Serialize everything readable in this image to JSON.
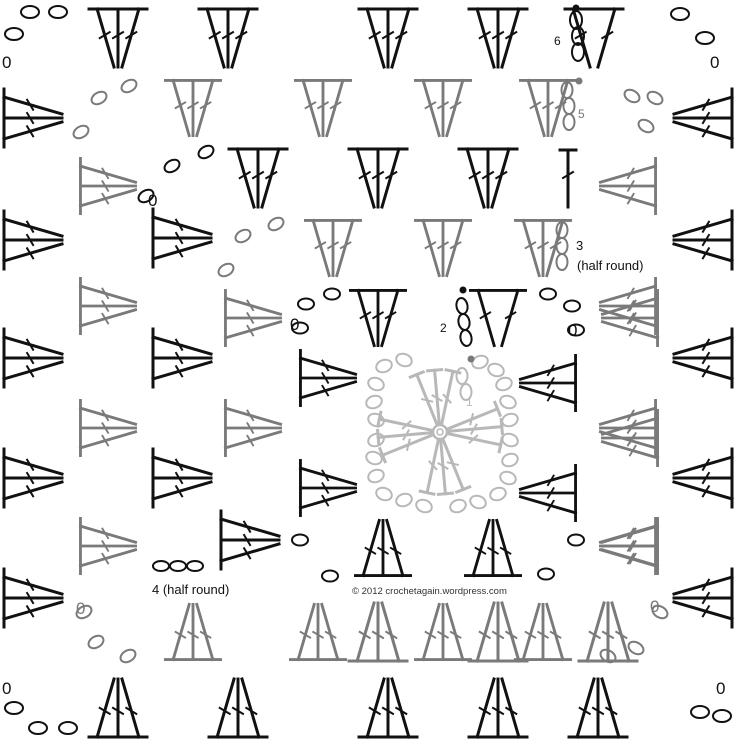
{
  "labels": {
    "round1": "1",
    "round2": "2",
    "round3": "3",
    "round3_note": "(half round)",
    "round4": "4 (half round)",
    "round5": "5",
    "round6": "6",
    "chain_zero": "0",
    "copyright": "© 2012 crochetagain.wordpress.com"
  },
  "colors": {
    "black_rounds": "#111111",
    "gray_rounds": "#7a7a7a",
    "light_round": "#b8b8b8",
    "background": "#ffffff"
  },
  "icons": {
    "start_ring": "magic-ring-icon",
    "stitch": "double-crochet-cluster-icon",
    "chain": "chain-oval-icon",
    "slip_stitch": "slip-stitch-dot-icon"
  }
}
